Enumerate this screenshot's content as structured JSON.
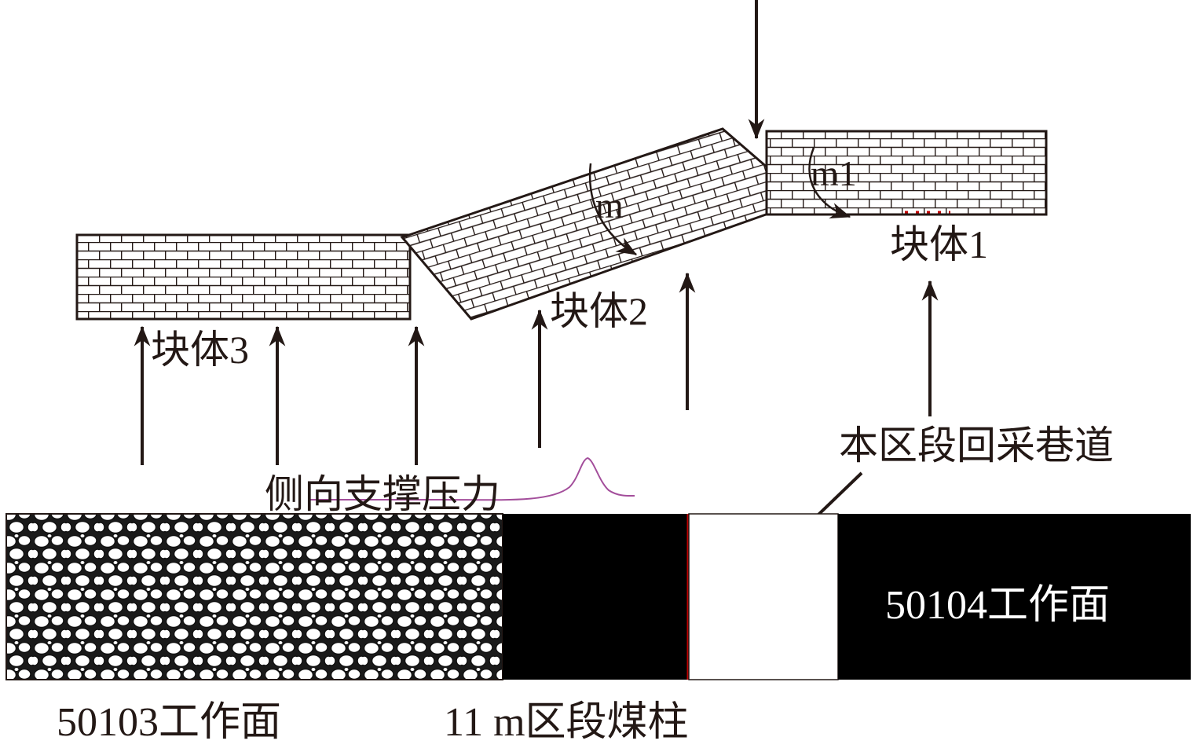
{
  "labels": {
    "block1": "块体1",
    "block2": "块体2",
    "block3": "块体3",
    "moment_m": "m",
    "moment_m1": "m1",
    "lateral_support_pressure": "侧向支撑压力",
    "section_roadway": "本区段回采巷道",
    "face_50104": "50104工作面",
    "face_50103": "50103工作面",
    "coal_pillar": "11 m区段煤柱"
  },
  "colors": {
    "line": "#231815",
    "coal": "#000000",
    "pressure_curve": "#a34e9b",
    "pillar_edge": "#c00000"
  }
}
